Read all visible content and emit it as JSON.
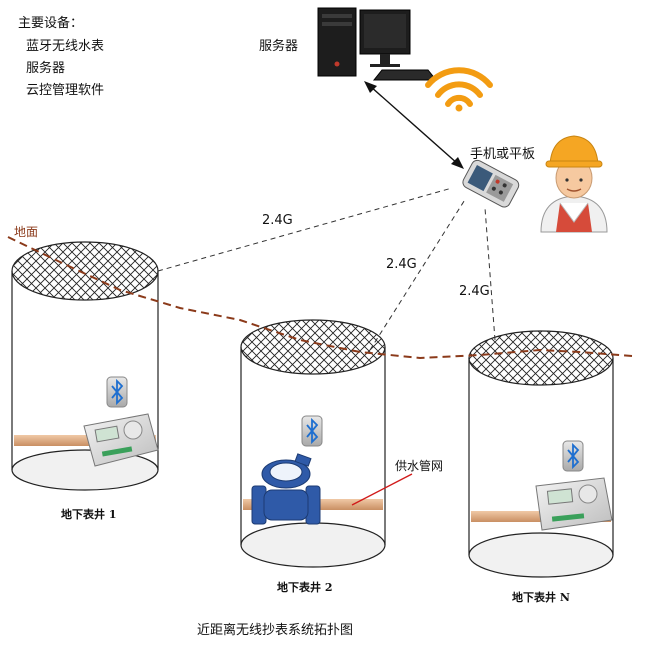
{
  "legend": {
    "title": "主要设备：",
    "items": [
      "蓝牙无线水表",
      "服务器",
      "云控管理软件"
    ]
  },
  "server_label": "服务器",
  "handheld_label": "手机或平板",
  "ground_label": "地面",
  "signal_labels": [
    "2.4G",
    "2.4G",
    "2.4G"
  ],
  "pipe_label": "供水管网",
  "wells": [
    {
      "label": "地下表井 1"
    },
    {
      "label": "地下表井 2"
    },
    {
      "label": "地下表井 N"
    }
  ],
  "caption": "近距离无线抄表系统拓扑图",
  "colors": {
    "ground_line": "#8b3a1a",
    "wifi": "#f39c12",
    "pipe": "#e0b08a",
    "bluetooth": "#1e6fd0",
    "helmet": "#f5a623",
    "meter_body": "#2f5aa8"
  },
  "icons": [
    "server-icon",
    "wifi-icon",
    "handheld-icon",
    "worker-icon",
    "bluetooth-icon",
    "water-meter-icon"
  ]
}
